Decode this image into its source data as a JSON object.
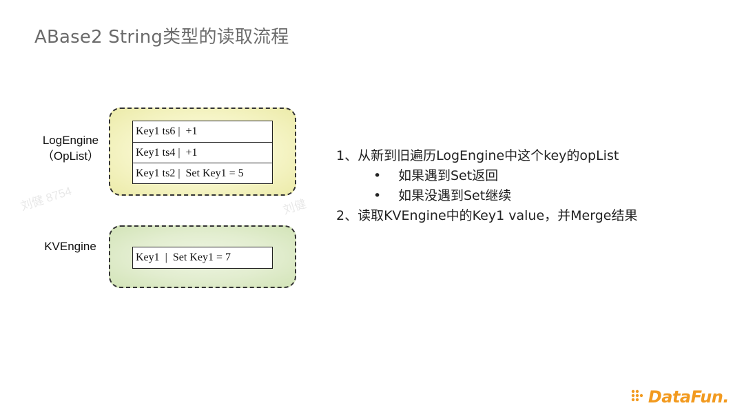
{
  "title": "ABase2 String类型的读取流程",
  "diagram": {
    "log_engine": {
      "label_line1": "LogEngine",
      "label_line2": "（OpList）",
      "ops": [
        "Key1 ts6 |  +1",
        "Key1 ts4 |  +1",
        "Key1 ts2 |  Set Key1 = 5"
      ]
    },
    "kv_engine": {
      "label": "KVEngine",
      "entry": "Key1  |  Set Key1 = 7"
    }
  },
  "steps": {
    "step1": "1、从新到旧遍历LogEngine中这个key的opList",
    "bullet": "•",
    "sub1": "如果遇到Set返回",
    "sub2": "如果没遇到Set继续",
    "step2": "2、读取KVEngine中的Key1 value，并Merge结果"
  },
  "watermarks": {
    "left": "刘健 8754",
    "right": "刘健"
  },
  "logo": {
    "text": "DataFun.",
    "color": "#f29a1f",
    "icon": "datafun-dots-icon"
  }
}
